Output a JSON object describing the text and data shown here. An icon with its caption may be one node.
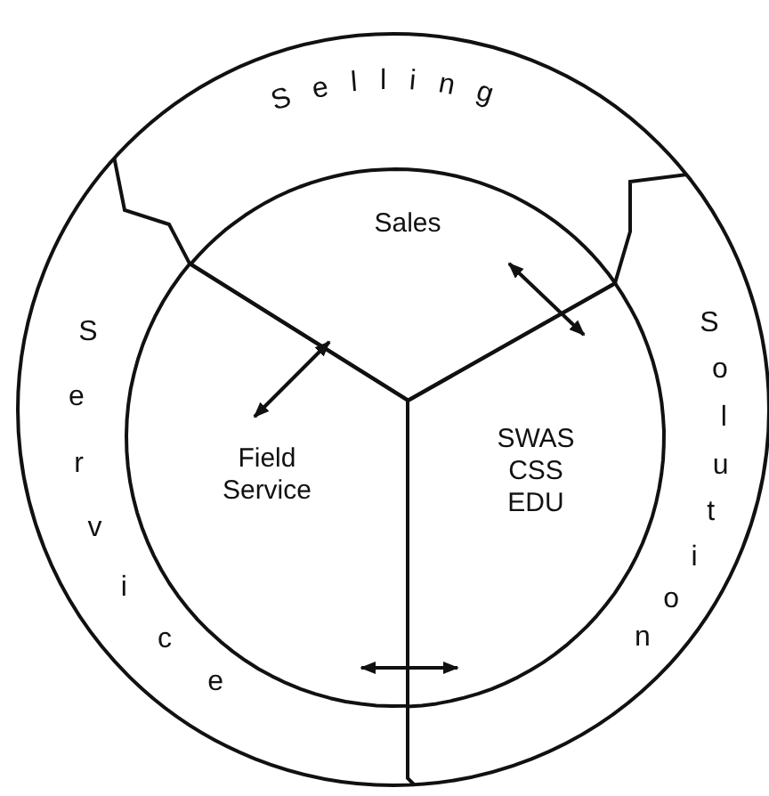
{
  "diagram": {
    "nodes": [
      {
        "text": [
          "Selling"
        ]
      },
      {
        "text": [
          "Service"
        ]
      },
      {
        "text": [
          "Solution"
        ]
      },
      {
        "text": [
          "Sales"
        ]
      },
      {
        "text": [
          "Field Service"
        ]
      },
      {
        "text": [
          "SWAS CSS EDU"
        ]
      }
    ],
    "edges": [
      {
        "from": 3,
        "to": 4,
        "arrow": "both"
      },
      {
        "from": 3,
        "to": 5,
        "arrow": "both"
      },
      {
        "from": 4,
        "to": 5,
        "arrow": "both"
      }
    ]
  }
}
